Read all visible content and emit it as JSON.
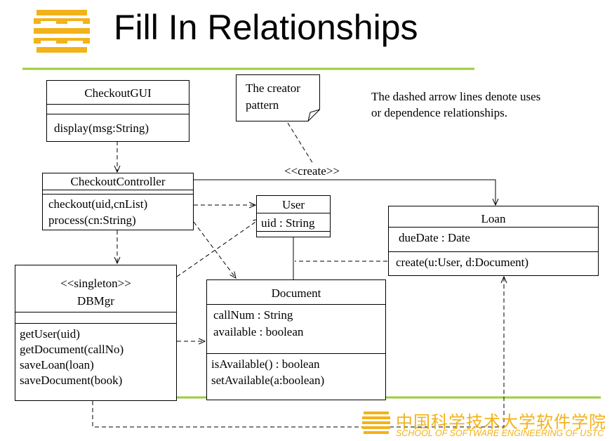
{
  "title": "Fill In Relationships",
  "note": {
    "line1": "The creator",
    "line2": "pattern"
  },
  "caption": {
    "line1": "The dashed arrow lines denote uses",
    "line2": "or dependence relationships."
  },
  "create_label": "<<create>>",
  "classes": {
    "checkout_gui": {
      "name": "CheckoutGUI",
      "op1": "display(msg:String)"
    },
    "checkout_controller": {
      "name": "CheckoutController",
      "op1": "checkout(uid,cnList)",
      "op2": "process(cn:String)"
    },
    "user": {
      "name": "User",
      "attr1": "uid : String"
    },
    "loan": {
      "name": "Loan",
      "attr1": "dueDate : Date",
      "op1": "create(u:User, d:Document)"
    },
    "dbmgr": {
      "stereotype": "<<singleton>>",
      "name": "DBMgr",
      "op1": "getUser(uid)",
      "op2": "getDocument(callNo)",
      "op3": "saveLoan(loan)",
      "op4": "saveDocument(book)"
    },
    "document": {
      "name": "Document",
      "attr1": "callNum : String",
      "attr2": "available : boolean",
      "op1": "isAvailable() : boolean",
      "op2": "setAvailable(a:boolean)"
    }
  },
  "footer": {
    "chinese": "中国科学技术大学软件学院",
    "english": "SCHOOL OF SOFTWARE ENGINEERING OF USTC"
  },
  "colors": {
    "accent_green": "#9ccc3c",
    "logo_yellow": "#f2b21a"
  }
}
